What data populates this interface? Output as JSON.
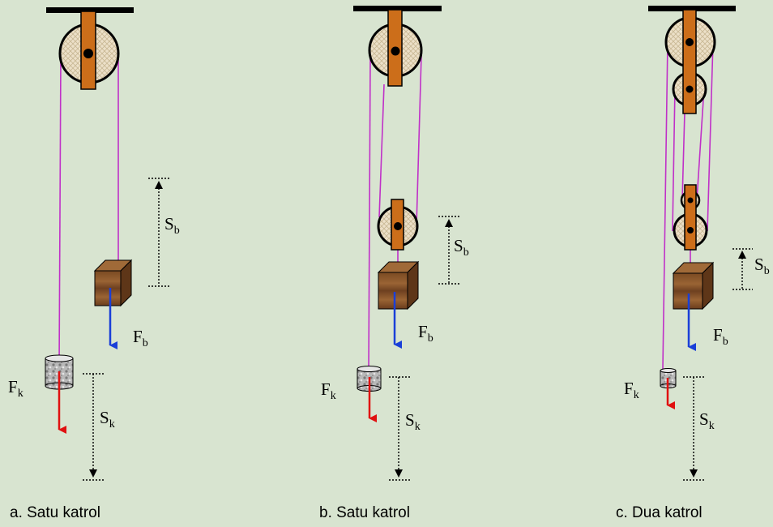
{
  "colors": {
    "background": "#d8e4d0",
    "rope": "#c030c8",
    "force_object": "#1a3fd8",
    "force_effort": "#e01010",
    "pulley_strap": "#cc6e1a",
    "box": "#8a5a2e"
  },
  "diagrams": [
    {
      "caption": "a. Satu katrol",
      "sb_label": {
        "main": "S",
        "sub": "b"
      },
      "fb_label": {
        "main": "F",
        "sub": "b"
      },
      "fk_label": {
        "main": "F",
        "sub": "k"
      },
      "sk_label": {
        "main": "S",
        "sub": "k"
      }
    },
    {
      "caption": "b. Satu katrol",
      "sb_label": {
        "main": "S",
        "sub": "b"
      },
      "fb_label": {
        "main": "F",
        "sub": "b"
      },
      "fk_label": {
        "main": "F",
        "sub": "k"
      },
      "sk_label": {
        "main": "S",
        "sub": "k"
      }
    },
    {
      "caption": "c. Dua katrol",
      "sb_label": {
        "main": "S",
        "sub": "b"
      },
      "fb_label": {
        "main": "F",
        "sub": "b"
      },
      "fk_label": {
        "main": "F",
        "sub": "k"
      },
      "sk_label": {
        "main": "S",
        "sub": "k"
      }
    }
  ]
}
